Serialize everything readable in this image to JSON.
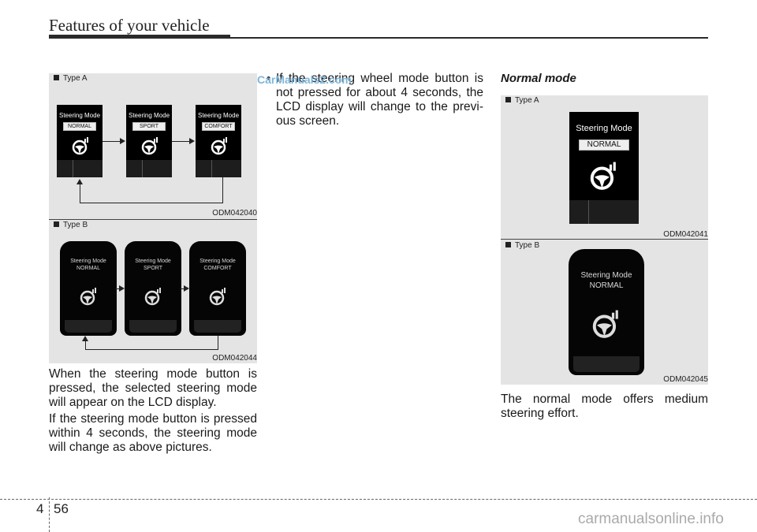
{
  "header": {
    "title": "Features of your vehicle"
  },
  "left_column": {
    "panel_a": {
      "label": "Type A",
      "code": "ODM042040",
      "screens": [
        {
          "title": "Steering Mode",
          "mode": "NORMAL"
        },
        {
          "title": "Steering Mode",
          "mode": "SPORT"
        },
        {
          "title": "Steering Mode",
          "mode": "COMFORT"
        }
      ]
    },
    "panel_b": {
      "label": "Type B",
      "code": "ODM042044",
      "screens": [
        {
          "title": "Steering Mode",
          "mode": "NORMAL"
        },
        {
          "title": "Steering Mode",
          "mode": "SPORT"
        },
        {
          "title": "Steering Mode",
          "mode": "COMFORT"
        }
      ]
    },
    "para1": "When the steering mode button is pressed, the selected steering mode will appear on the LCD display.",
    "para2": "If the steering mode button is pressed within 4 seconds, the steering mode will change as above pictures."
  },
  "middle_column": {
    "bullet": "•",
    "para": "If the steering wheel mode button is not pressed for about 4 seconds, the LCD display will change to the previ-ous screen.",
    "watermark": "CarManuals2.com"
  },
  "right_column": {
    "heading": "Normal mode",
    "panel_a": {
      "label": "Type A",
      "code": "ODM042041",
      "title": "Steering Mode",
      "mode": "NORMAL"
    },
    "panel_b": {
      "label": "Type B",
      "code": "ODM042045",
      "title": "Steering Mode",
      "mode": "NORMAL"
    },
    "para": "The normal mode offers medium steering effort."
  },
  "footer": {
    "section_number": "4",
    "page_number": "56",
    "site": "carmanualsonline.info"
  }
}
